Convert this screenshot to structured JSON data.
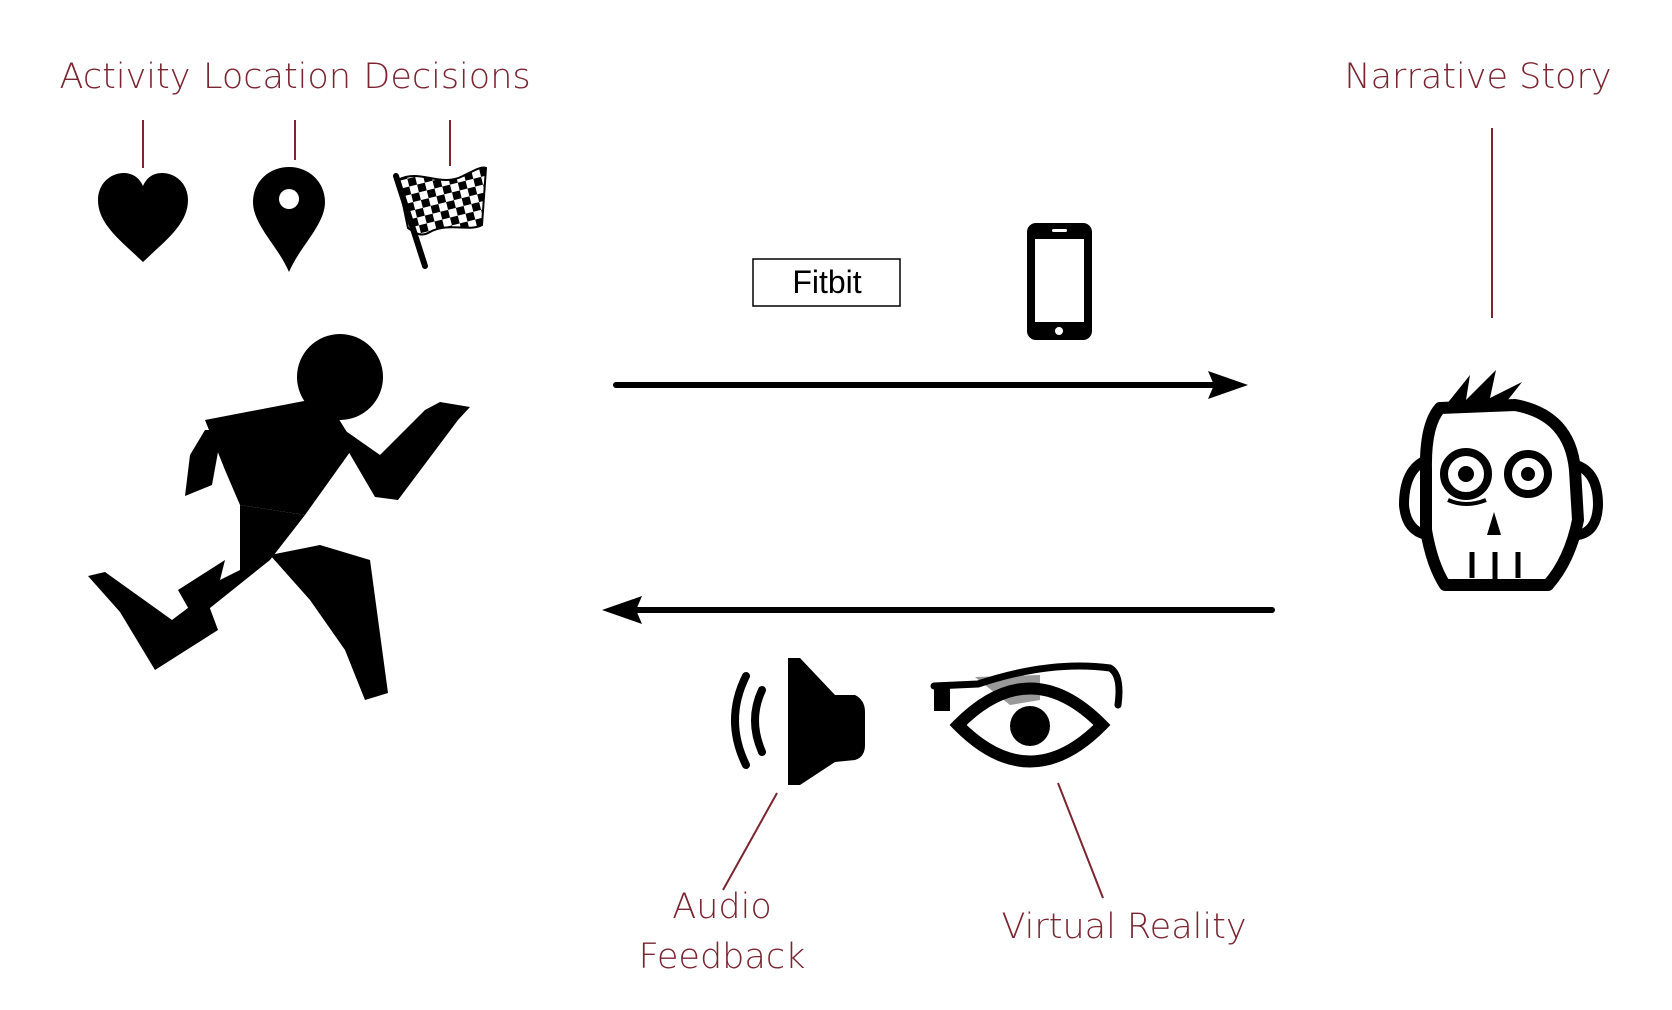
{
  "colors": {
    "label": "#7a2530",
    "ink": "#000000",
    "background": "#ffffff"
  },
  "labels": {
    "activity": "Activity",
    "location": "Location",
    "decisions": "Decisions",
    "narrative": "Narrative Story",
    "fitbit": "Fitbit",
    "audio_line1": "Audio",
    "audio_line2": "Feedback",
    "vr": "Virtual Reality"
  },
  "icons": {
    "activity": "heart-icon",
    "location": "map-pin-icon",
    "decisions": "checkered-flag-icon",
    "runner": "running-person-icon",
    "phone": "smartphone-icon",
    "zombie": "zombie-head-icon",
    "audio": "speaker-icon",
    "vr": "eye-glass-icon"
  }
}
